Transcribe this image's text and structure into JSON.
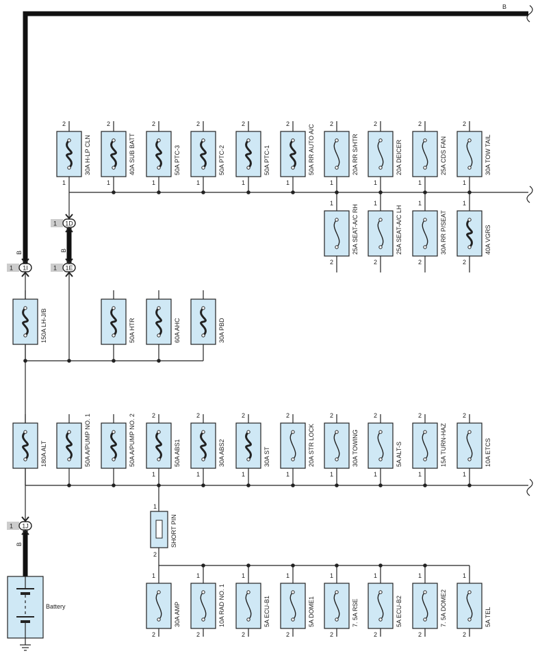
{
  "wire_color_b": "B",
  "colors": {
    "fuse_fill": "#cfe8f5",
    "wire": "#222222",
    "tag": "#cccccc"
  },
  "row1": [
    {
      "label": "30A H-LP CLN",
      "top": "2",
      "bottom": "1",
      "kind": "heavy"
    },
    {
      "label": "40A SUB BATT",
      "top": "2",
      "bottom": "1",
      "kind": "heavy"
    },
    {
      "label": "50A PTC-3",
      "top": "2",
      "bottom": "1",
      "kind": "heavy"
    },
    {
      "label": "50A PTC-2",
      "top": "2",
      "bottom": "1",
      "kind": "heavy"
    },
    {
      "label": "50A PTC-1",
      "top": "2",
      "bottom": "1",
      "kind": "heavy"
    },
    {
      "label": "50A RR AUTO A/C",
      "top": "2",
      "bottom": "1",
      "kind": "heavy"
    },
    {
      "label": "20A RR S/HTR",
      "top": "2",
      "bottom": "1",
      "kind": "light"
    },
    {
      "label": "20A DEICER",
      "top": "2",
      "bottom": "1",
      "kind": "light"
    },
    {
      "label": "25A CDS FAN",
      "top": "2",
      "bottom": "1",
      "kind": "light"
    },
    {
      "label": "30A TOW TAIL",
      "top": "2",
      "bottom": "1",
      "kind": "light"
    }
  ],
  "row2": [
    {
      "label": "25A SEAT-A/C RH",
      "top": "1",
      "bottom": "2",
      "kind": "light"
    },
    {
      "label": "25A SEAT-A/C LH",
      "top": "1",
      "bottom": "2",
      "kind": "light"
    },
    {
      "label": "30A RR P/SEAT",
      "top": "1",
      "bottom": "2",
      "kind": "light"
    },
    {
      "label": "40A VGRS",
      "top": "1",
      "bottom": "2",
      "kind": "heavy"
    }
  ],
  "row3": [
    {
      "label": "150A LH-J/B",
      "top": "",
      "bottom": "",
      "kind": "heavy"
    },
    {
      "label": "50A HTR",
      "top": "",
      "bottom": "",
      "kind": "heavy"
    },
    {
      "label": "60A AHC",
      "top": "",
      "bottom": "",
      "kind": "heavy"
    },
    {
      "label": "30A PBD",
      "top": "",
      "bottom": "",
      "kind": "heavy"
    }
  ],
  "row4": [
    {
      "label": "180A ALT",
      "top": "",
      "bottom": "",
      "kind": "heavy"
    },
    {
      "label": "50A A/PUMP NO. 1",
      "top": "",
      "bottom": "",
      "kind": "heavy"
    },
    {
      "label": "50A A/PUMP NO. 2",
      "top": "",
      "bottom": "",
      "kind": "heavy"
    },
    {
      "label": "50A ABS1",
      "top": "2",
      "bottom": "1",
      "kind": "heavy"
    },
    {
      "label": "30A ABS2",
      "top": "2",
      "bottom": "1",
      "kind": "heavy"
    },
    {
      "label": "30A ST",
      "top": "2",
      "bottom": "1",
      "kind": "heavy"
    },
    {
      "label": "20A STR LOCK",
      "top": "2",
      "bottom": "1",
      "kind": "light"
    },
    {
      "label": "30A TOWING",
      "top": "2",
      "bottom": "1",
      "kind": "light"
    },
    {
      "label": "5A ALT-S",
      "top": "2",
      "bottom": "1",
      "kind": "light"
    },
    {
      "label": "15A TURN-HAZ",
      "top": "2",
      "bottom": "1",
      "kind": "light"
    },
    {
      "label": "10A ETCS",
      "top": "2",
      "bottom": "1",
      "kind": "light"
    }
  ],
  "row5": [
    {
      "label": "30A AMP",
      "top": "1",
      "bottom": "2",
      "kind": "light"
    },
    {
      "label": "10A RAD NO. 1",
      "top": "1",
      "bottom": "2",
      "kind": "light"
    },
    {
      "label": "5A ECU-B1",
      "top": "1",
      "bottom": "2",
      "kind": "light"
    },
    {
      "label": "5A DOME1",
      "top": "1",
      "bottom": "2",
      "kind": "light"
    },
    {
      "label": "7. 5A RSE",
      "top": "1",
      "bottom": "2",
      "kind": "light"
    },
    {
      "label": "5A ECU-B2",
      "top": "1",
      "bottom": "2",
      "kind": "light"
    },
    {
      "label": "7. 5A DOME2",
      "top": "1",
      "bottom": "2",
      "kind": "light"
    },
    {
      "label": "5A TEL",
      "top": "1",
      "bottom": "2",
      "kind": "light"
    }
  ],
  "short_pin": {
    "label": "SHORT PIN",
    "top": "1",
    "bottom": "2"
  },
  "connectors": [
    {
      "code": "1D",
      "pin": "1"
    },
    {
      "code": "1E",
      "pin": "1"
    },
    {
      "code": "1I",
      "pin": "1"
    },
    {
      "code": "1J",
      "pin": "1"
    }
  ],
  "battery_label": "Battery"
}
